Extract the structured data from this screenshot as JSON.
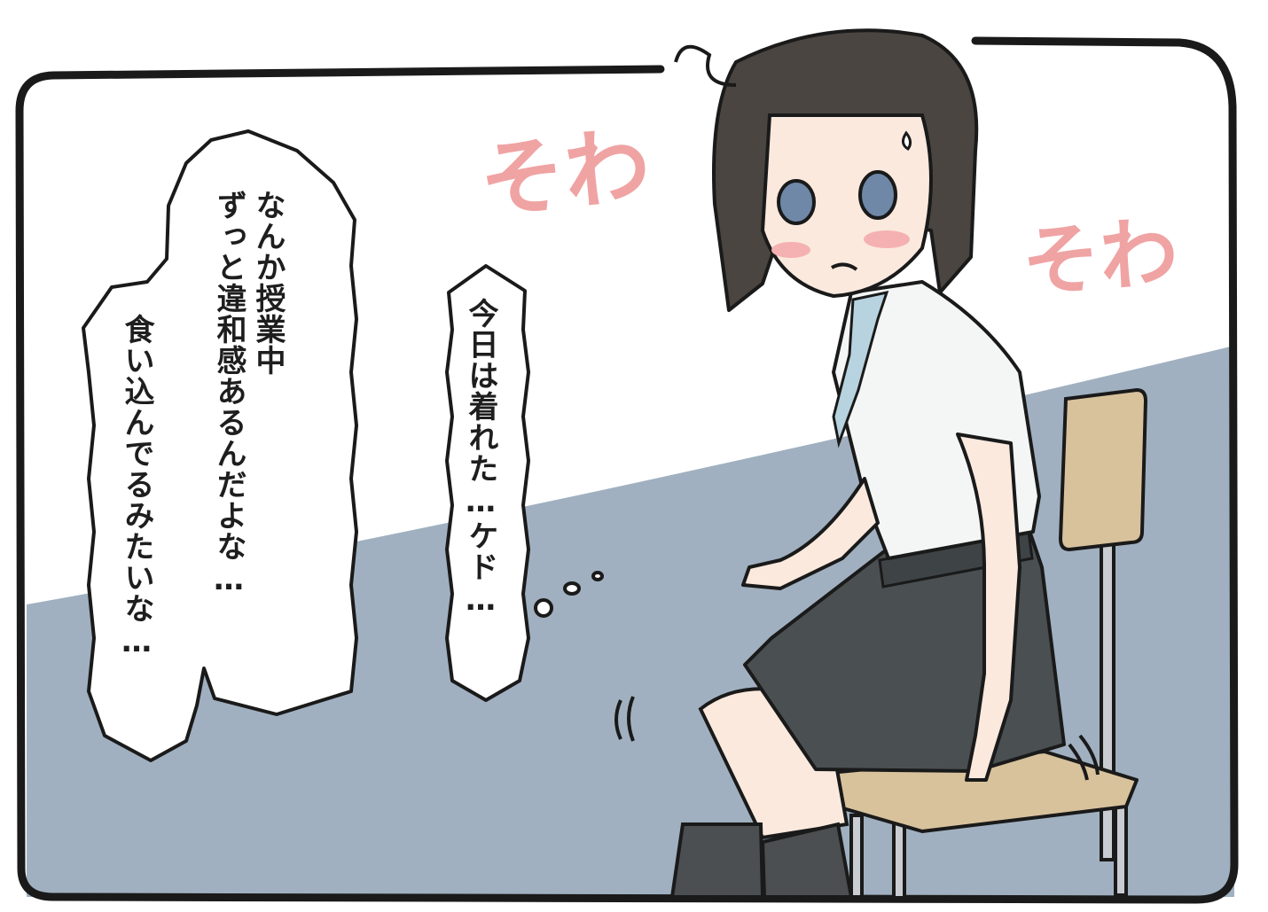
{
  "speech_bubble_left": {
    "line1": "なんか授業中",
    "line2": "ずっと違和感あるんだよな…",
    "line3": "食い込んでるみたいな…"
  },
  "thought_bubble_mid": {
    "text": "今日は着れた…ケド…"
  },
  "sound_effects": {
    "sowa_1": "そわ",
    "sowa_2": "そわ"
  },
  "colors": {
    "floor": "#a0b0c0",
    "wall": "#ffffff",
    "sfx": "#f0a3a3",
    "hair": "#4a4540",
    "skirt": "#4a4f52",
    "chair": "#d8c29c"
  }
}
